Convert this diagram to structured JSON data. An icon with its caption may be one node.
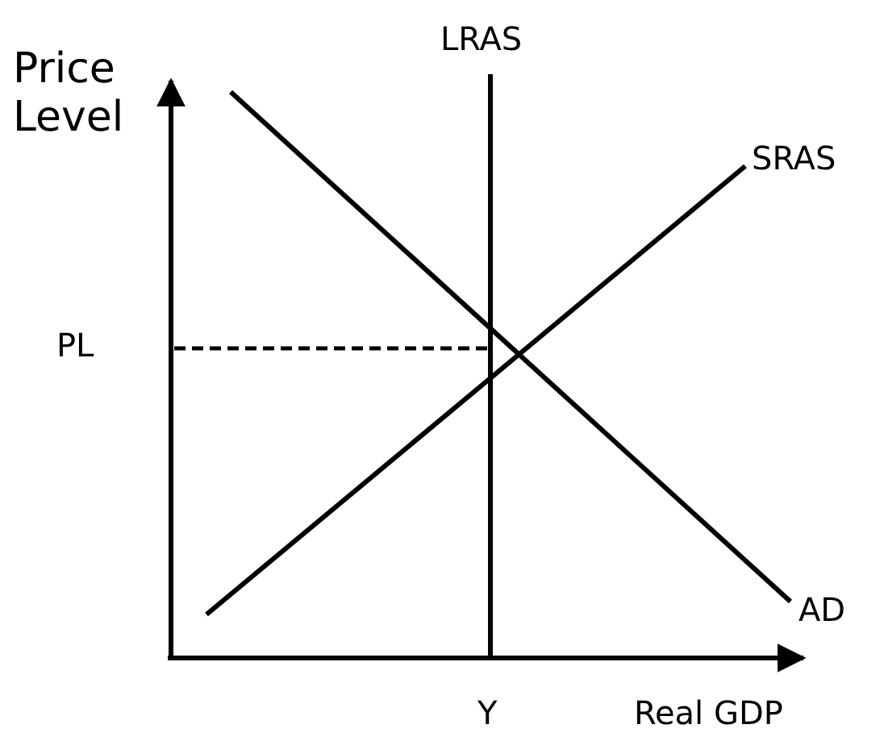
{
  "diagram": {
    "labels": [
      "Price Level",
      "LRAS",
      "SRAS",
      "PL",
      "AD",
      "Y",
      "Real GDP"
    ]
  }
}
